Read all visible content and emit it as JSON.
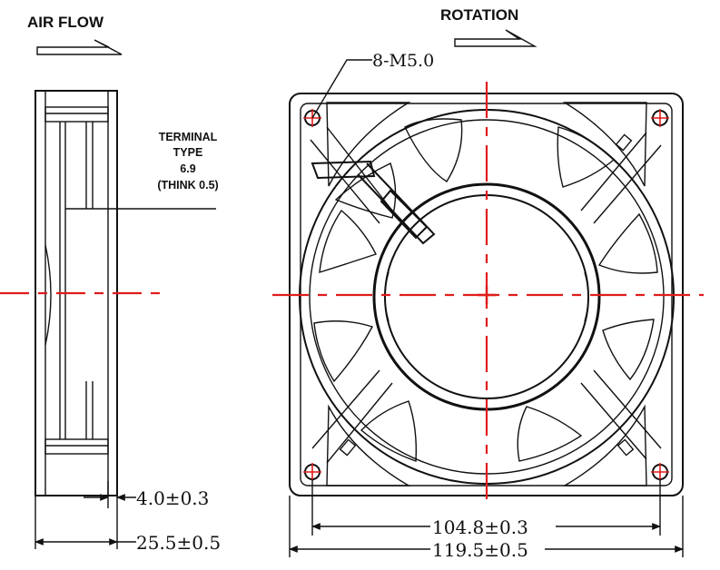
{
  "labels": {
    "air_flow": "AIR FLOW",
    "rotation": "ROTATION",
    "mount_holes": "8-M5.0",
    "terminal_line1": "TERMINAL",
    "terminal_line2": "TYPE",
    "terminal_line3": "6.9",
    "terminal_line4": "(THINK 0.5)"
  },
  "dimensions": {
    "flange_thickness": "4.0±0.3",
    "fan_depth": "25.5±0.5",
    "hole_spacing": "104.8±0.3",
    "frame_width": "119.5±0.5"
  },
  "colors": {
    "line": "#111111",
    "center_line": "#e01c1c",
    "background": "#ffffff"
  }
}
